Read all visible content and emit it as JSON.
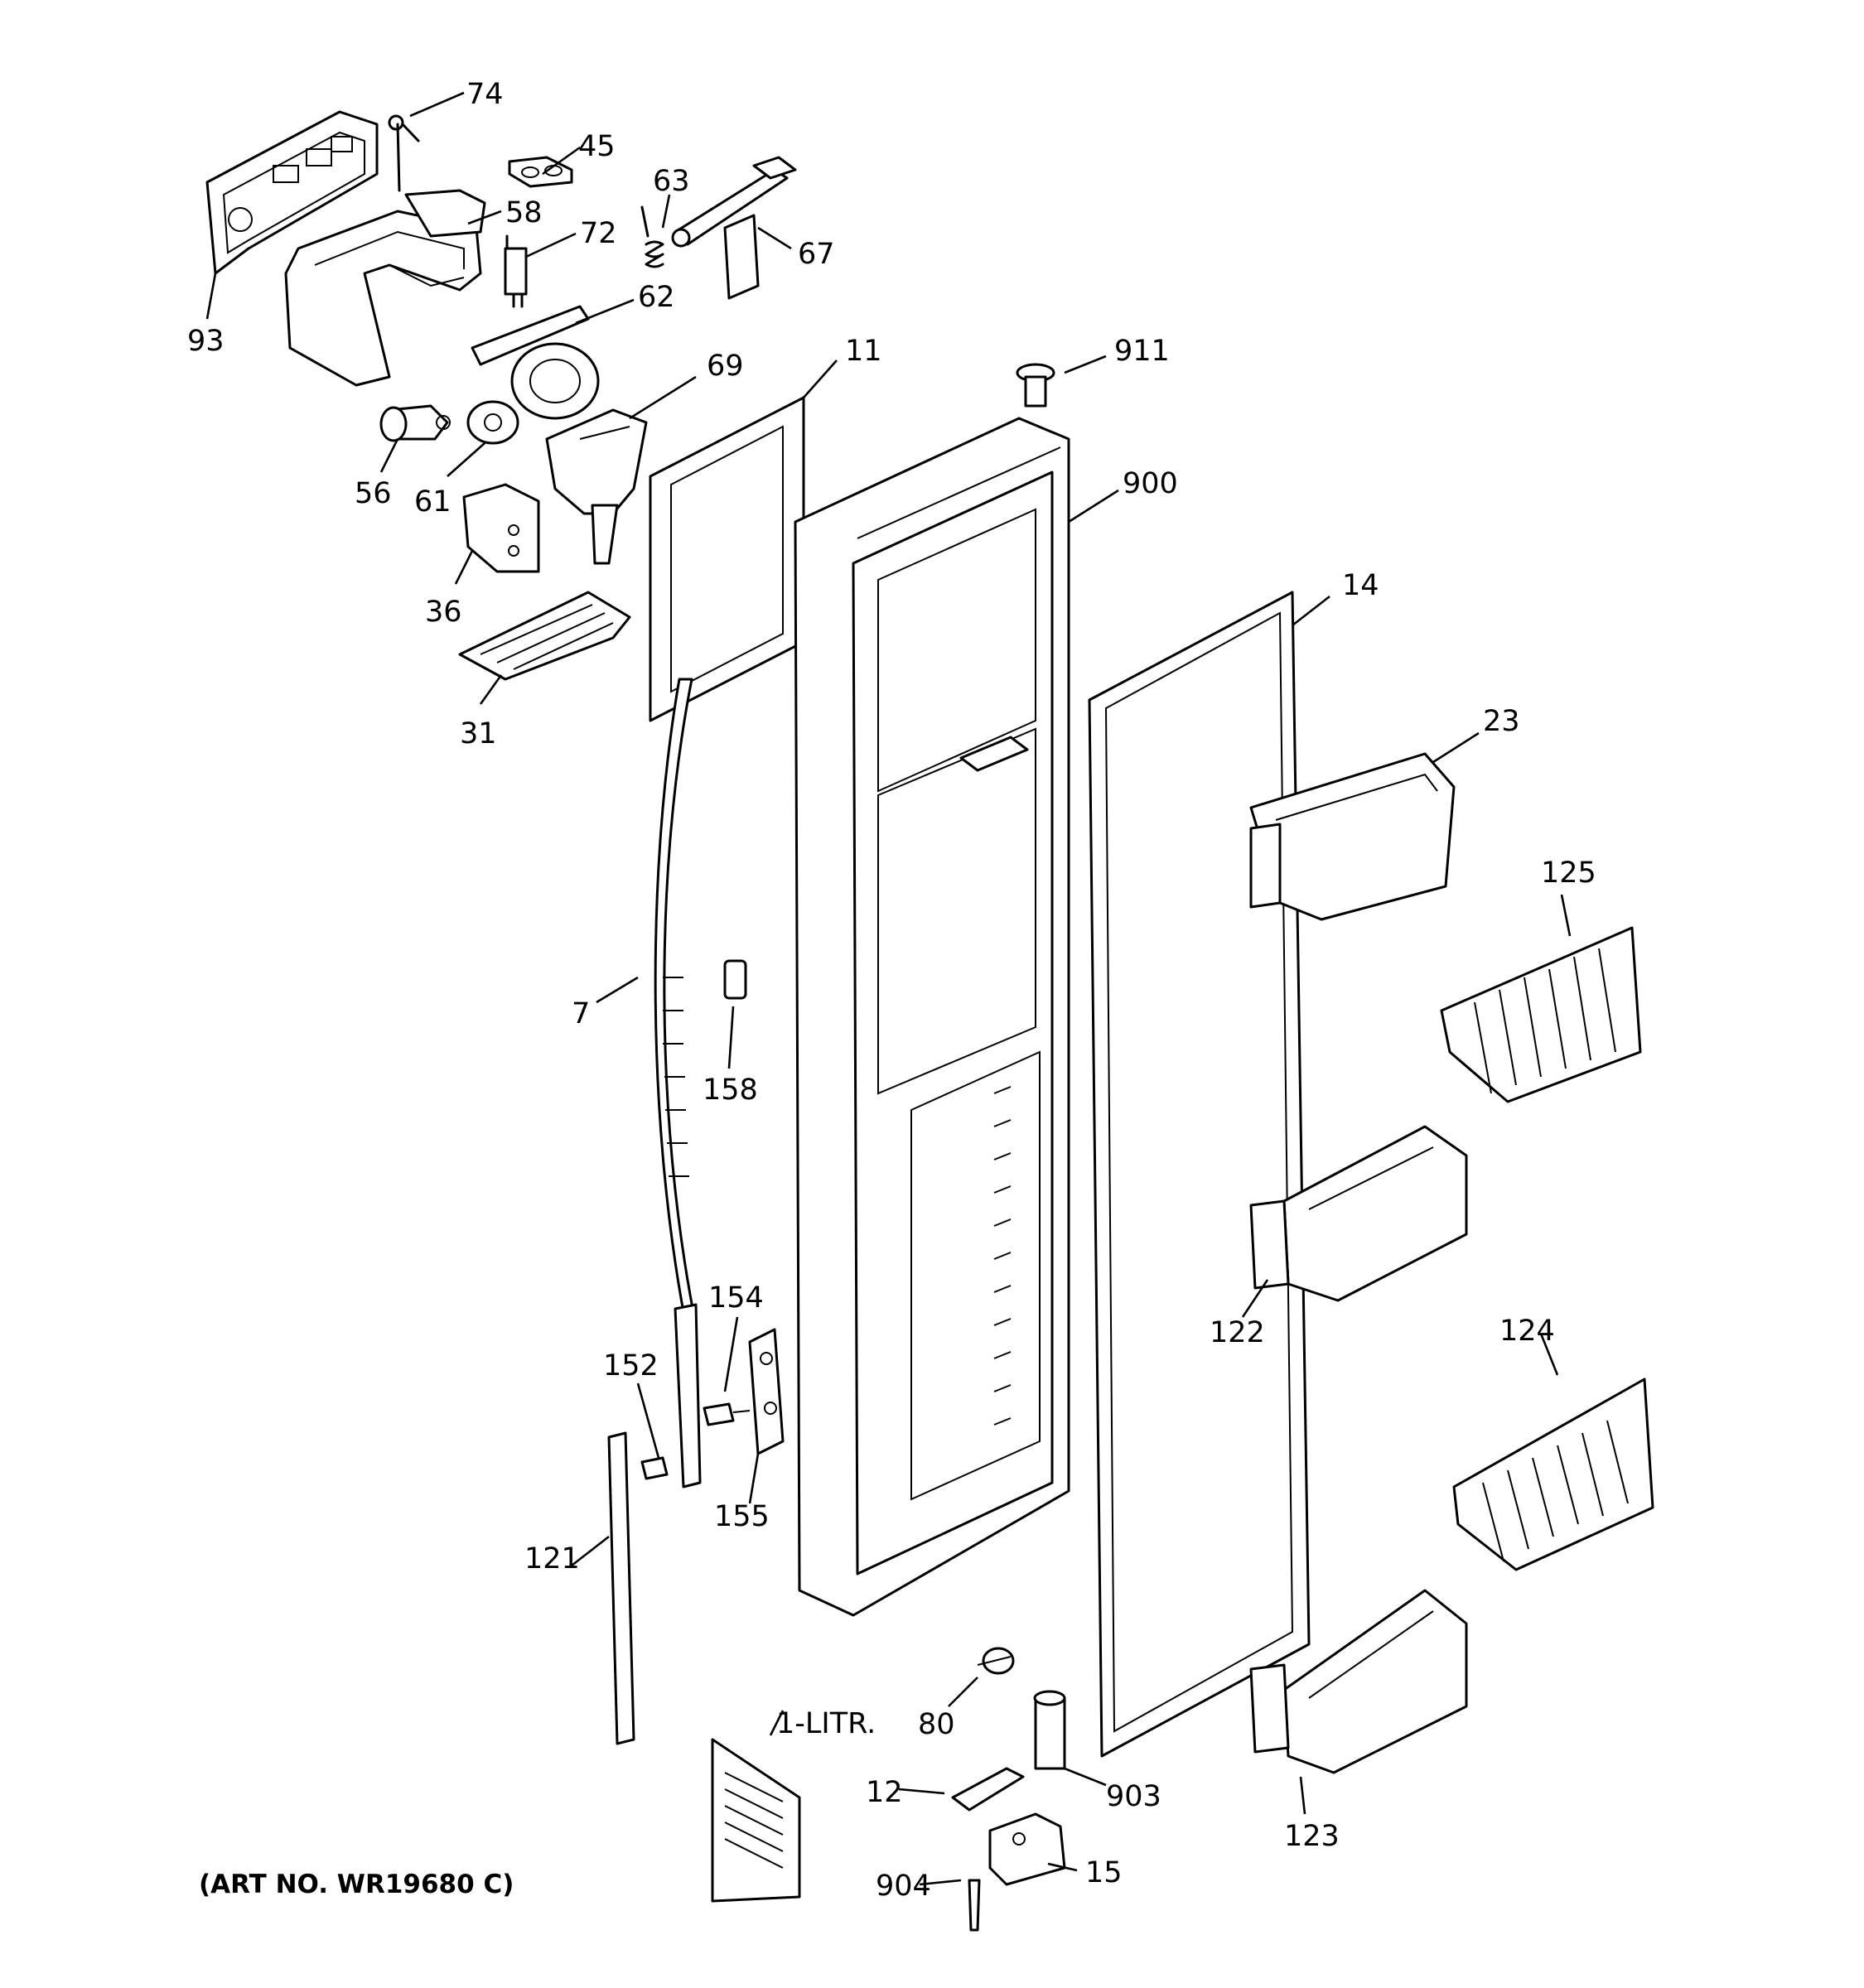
{
  "diagram": {
    "art_number": "(ART NO. WR19680 C)",
    "callouts": {
      "c74": "74",
      "c45": "45",
      "c63": "63",
      "c58": "58",
      "c72": "72",
      "c67": "67",
      "c62": "62",
      "c93": "93",
      "c11": "11",
      "c911": "911",
      "c69": "69",
      "c56": "56",
      "c61": "61",
      "c900": "900",
      "c36": "36",
      "c14": "14",
      "c31": "31",
      "c23": "23",
      "c125": "125",
      "c7": "7",
      "c158": "158",
      "c122": "122",
      "c154": "154",
      "c124": "124",
      "c152": "152",
      "c155": "155",
      "c121": "121",
      "c1litr": "1-LITR.",
      "c80": "80",
      "c903": "903",
      "c12": "12",
      "c123": "123",
      "c904": "904",
      "c15": "15"
    }
  }
}
